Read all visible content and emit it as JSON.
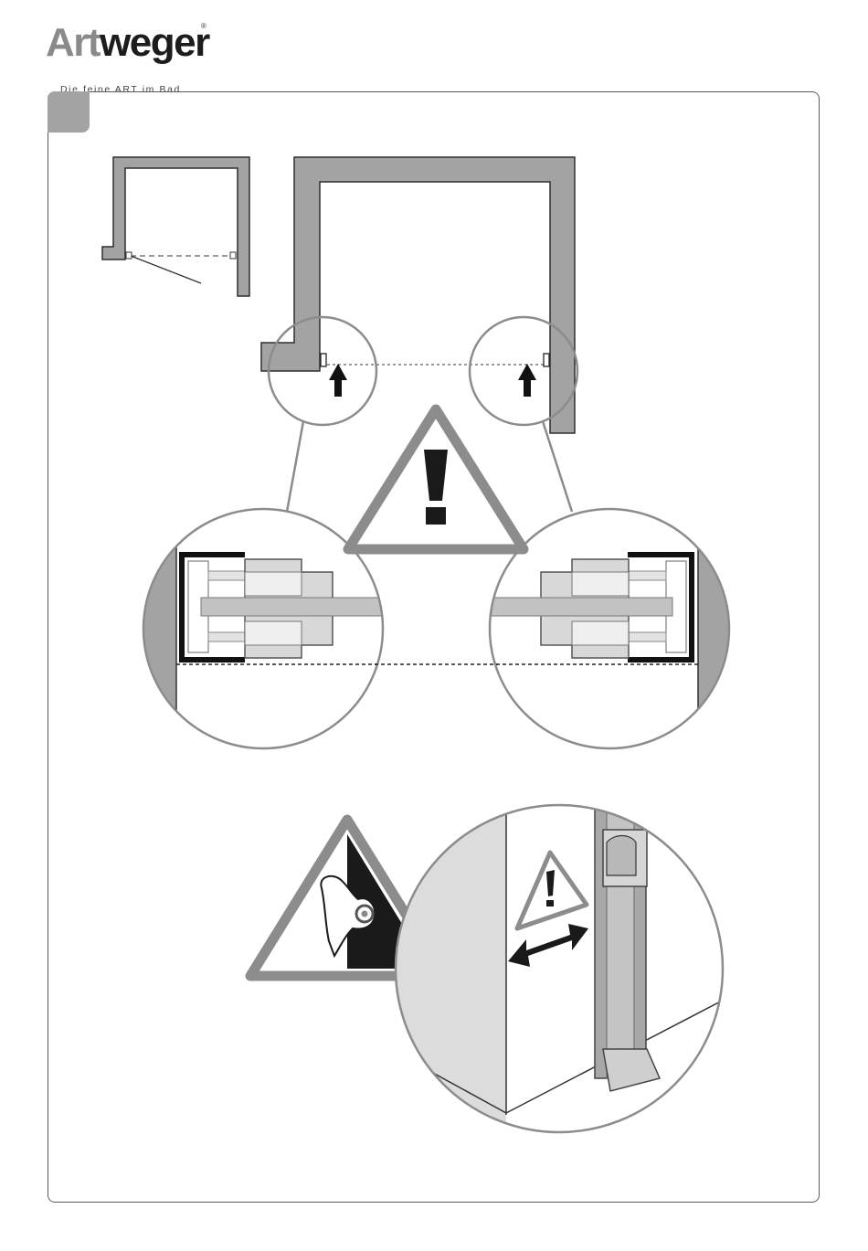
{
  "brand": {
    "name_part1": "Art",
    "name_part2": "weger",
    "registered_mark": "®",
    "tagline": "Die feine ART im Bad"
  },
  "page": {
    "step_number": ""
  },
  "colors": {
    "wall_gray": "#a3a3a3",
    "outline": "#3a3a3a",
    "detail_circle": "#8c8c8c",
    "warning_fill": "#ffffff",
    "warning_border": "#8c8c8c",
    "hazard_black": "#1a1a1a"
  },
  "icons": {
    "warning": "warning-triangle-icon",
    "crush_hazard": "hand-crush-warning-icon",
    "arrow_up": "arrow-up-icon",
    "double_arrow": "double-arrow-icon"
  }
}
